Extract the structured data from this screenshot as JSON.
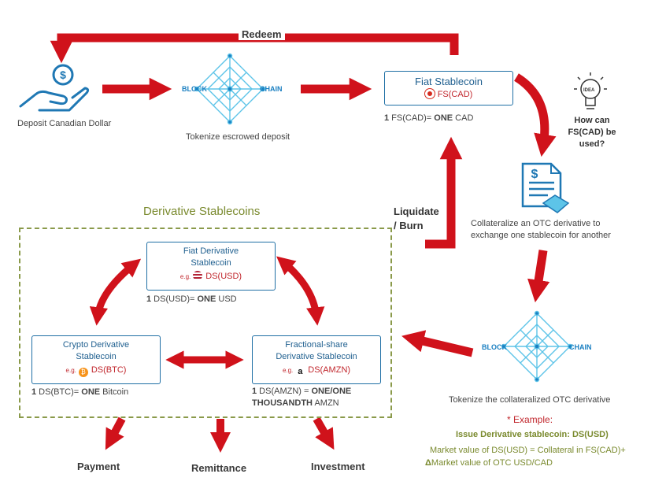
{
  "top": {
    "redeem": "Redeem",
    "deposit": "Deposit Canadian Dollar",
    "block": "BLOCK",
    "chain": "CHAIN",
    "tokenize_deposit": "Tokenize escrowed deposit",
    "fiat_stablecoin": {
      "title": "Fiat Stablecoin",
      "code": "FS(CAD)"
    },
    "fiat_rate": {
      "one": "1",
      "left": " FS(CAD)= ",
      "one_word": "ONE",
      "right": " CAD"
    },
    "idea": "IDEA",
    "question": "How can\nFS(CAD) be\nused?"
  },
  "right": {
    "collateralize": "Collateralize an OTC derivative to\nexchange one stablecoin for another",
    "liquidate": "Liquidate\n/ Burn",
    "block": "BLOCK",
    "chain": "CHAIN",
    "tokenize_otc": "Tokenize the collateralized OTC derivative",
    "example_title": "* Example:",
    "example_issue": "Issue Derivative stablecoin: DS(USD)",
    "example_market1": "Market value of DS(USD) = Collateral in FS(CAD)+",
    "example_delta": "Δ",
    "example_market2": "Market value of OTC USD/CAD"
  },
  "derivative": {
    "title": "Derivative Stablecoins",
    "eg": "e.g.",
    "usd": {
      "title": "Fiat Derivative\nStablecoin",
      "code": "DS(USD)",
      "one": "1",
      "left": " DS(USD)= ",
      "one_word": "ONE",
      "right": " USD"
    },
    "btc": {
      "title": "Crypto Derivative\nStablecoin",
      "code": "DS(BTC)",
      "one": "1",
      "left": " DS(BTC)= ",
      "one_word": "ONE",
      "right": " Bitcoin"
    },
    "amzn": {
      "title": "Fractional-share\nDerivative Stablecoin",
      "code": "DS(AMZN)",
      "one": "1",
      "left": " DS(AMZN) = ",
      "bold1": "ONE/ONE",
      "bold2": "THOUSANDTH",
      "right": " AMZN"
    }
  },
  "bottom": {
    "payment": "Payment",
    "remittance": "Remittance",
    "investment": "Investment"
  },
  "colors": {
    "arrow": "#d0121b",
    "box_border": "#1f6fa5",
    "dash": "#8a9a4a",
    "accent_red": "#c1272d",
    "olive": "#7a8a2e"
  }
}
